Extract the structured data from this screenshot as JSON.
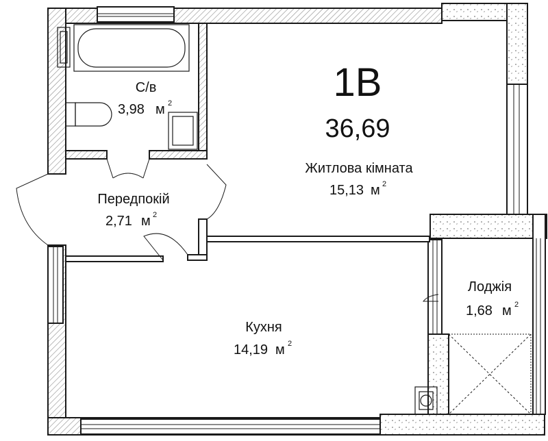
{
  "apartment": {
    "code": "1В",
    "total_area": "36,69"
  },
  "area_unit": "м",
  "area_unit_power": "2",
  "rooms": {
    "bathroom": {
      "name": "С/в",
      "area": "3,98"
    },
    "living": {
      "name": "Житлова кімната",
      "area": "15,13"
    },
    "hall": {
      "name": "Передпокій",
      "area": "2,71"
    },
    "kitchen": {
      "name": "Кухня",
      "area": "14,19"
    },
    "loggia": {
      "name": "Лоджія",
      "area": "1,68"
    }
  },
  "colors": {
    "wall_fill": "#ffffff",
    "wall_stroke": "#1a1a1a",
    "hatch": "#9a9a9a",
    "text": "#111111"
  }
}
